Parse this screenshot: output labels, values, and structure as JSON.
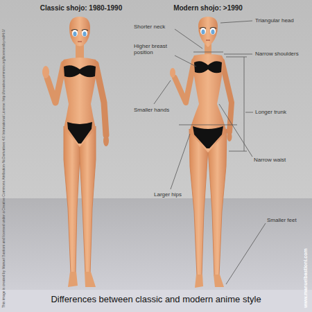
{
  "diagram": {
    "caption": "Differences between classic and modern anime style",
    "labels": [
      "Classic shojo: 1980-1990",
      "Modern shojo: >1990",
      "Shorter neck",
      "Triangular head",
      "Higher breast position",
      "Narrow shoulders",
      "Smaller hands",
      "Longer trunk",
      "Narrow waist",
      "Larger hips",
      "Smaller feet",
      "This image is created by Manuel Bastioni and licensed under a Creative Commons Attribution-NoDerivatives 4.0 International License: http://creativecommons.org/licenses/by-nd/4.0/",
      "www.manuelbastioni.com"
    ]
  }
}
